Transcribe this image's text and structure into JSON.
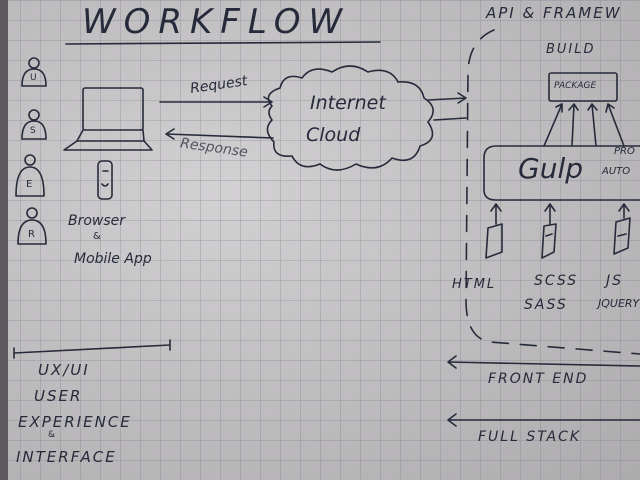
{
  "title": "WORKFLOW",
  "user_icon_letters": [
    "U",
    "S",
    "E",
    "R"
  ],
  "client": {
    "line1": "Browser",
    "line2": "&",
    "line3": "Mobile App"
  },
  "request_label": "Request",
  "response_label": "Response",
  "cloud": {
    "line1": "Internet",
    "line2": "Cloud"
  },
  "api_header": "API & FRAMEW",
  "build_label": "BUILD",
  "package_label": "PACKAGE",
  "gulp_label": "Gulp",
  "gulp_side_1": "PRO",
  "gulp_side_2": "AUTO",
  "sources": [
    {
      "label1": "HTML",
      "label2": ""
    },
    {
      "label1": "SCSS",
      "label2": "SASS"
    },
    {
      "label1": "JS",
      "label2": "JQUERY"
    }
  ],
  "uxui": {
    "line1": "UX/UI",
    "line2": "USER",
    "line3": "EXPERIENCE",
    "line4": "&",
    "line5": "INTERFACE"
  },
  "front_end": "FRONT END",
  "full_stack": "FULL STACK"
}
